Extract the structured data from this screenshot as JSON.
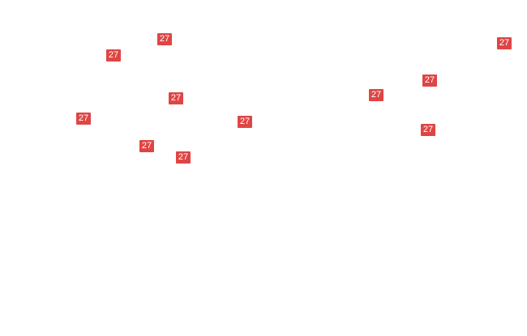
{
  "map": {
    "marker_color": "#e04545",
    "markers": [
      {
        "label": "27"
      },
      {
        "label": "27"
      },
      {
        "label": "27"
      },
      {
        "label": "27"
      },
      {
        "label": "27"
      },
      {
        "label": "27"
      },
      {
        "label": "27"
      },
      {
        "label": "27"
      },
      {
        "label": "27"
      },
      {
        "label": "27"
      },
      {
        "label": "27"
      }
    ]
  }
}
